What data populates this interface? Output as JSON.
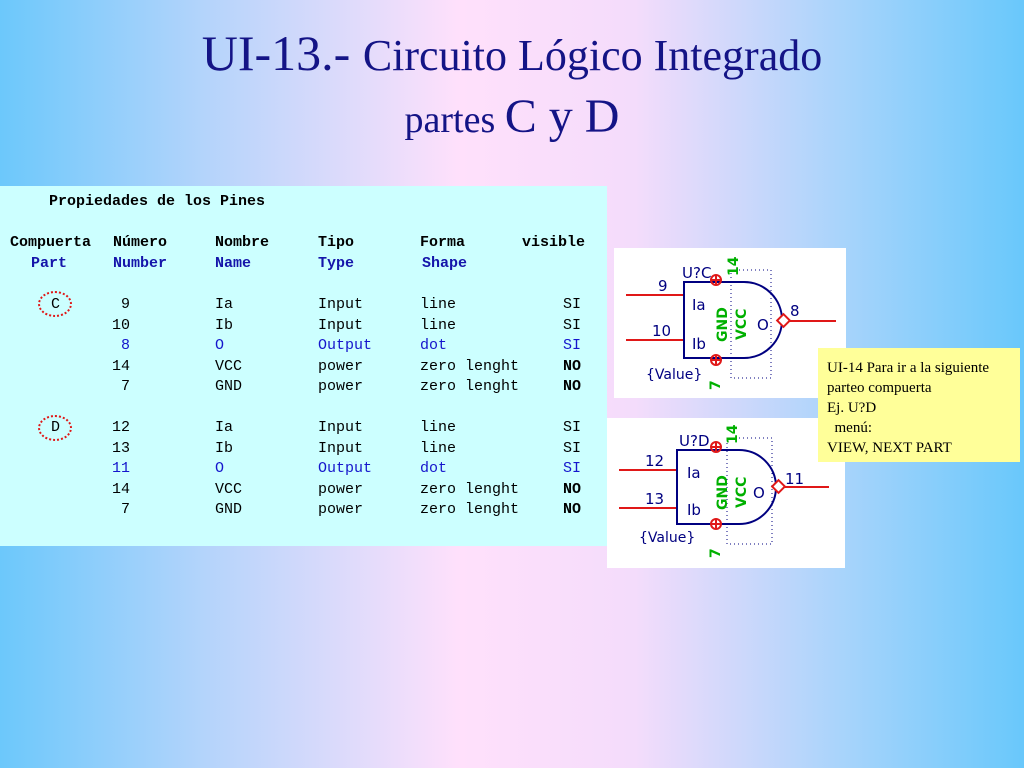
{
  "slide": {
    "title_prefix": "UI-13.- ",
    "title_main": "Circuito Lógico Integrado",
    "subtitle_prefix": "partes ",
    "subtitle_main": "C y D"
  },
  "pins_table": {
    "heading": "Propiedades de los Pines",
    "columns": [
      "Compuerta",
      "Número",
      "Nombre",
      "Tipo",
      "Forma",
      "visible"
    ],
    "columns_en": [
      "Part",
      "Number",
      "Name",
      "Type",
      "Shape"
    ],
    "groups": [
      {
        "part": "C",
        "rows": [
          {
            "number": "9",
            "name": "Ia",
            "type": "Input",
            "shape": "line",
            "visible": "SI"
          },
          {
            "number": "10",
            "name": "Ib",
            "type": "Input",
            "shape": "line",
            "visible": "SI"
          },
          {
            "number": "8",
            "name": "O",
            "type": "Output",
            "shape": "dot",
            "visible": "SI"
          },
          {
            "number": "14",
            "name": "VCC",
            "type": "power",
            "shape": "zero lenght",
            "visible": "NO"
          },
          {
            "number": "7",
            "name": "GND",
            "type": "power",
            "shape": "zero lenght",
            "visible": "NO"
          }
        ]
      },
      {
        "part": "D",
        "rows": [
          {
            "number": "12",
            "name": "Ia",
            "type": "Input",
            "shape": "line",
            "visible": "SI"
          },
          {
            "number": "13",
            "name": "Ib",
            "type": "Input",
            "shape": "line",
            "visible": "SI"
          },
          {
            "number": "11",
            "name": "O",
            "type": "Output",
            "shape": "dot",
            "visible": "SI"
          },
          {
            "number": "14",
            "name": "VCC",
            "type": "power",
            "shape": "zero lenght",
            "visible": "NO"
          },
          {
            "number": "7",
            "name": "GND",
            "type": "power",
            "shape": "zero lenght",
            "visible": "NO"
          }
        ]
      }
    ]
  },
  "symbols": [
    {
      "ref": "U?C",
      "pin_a": "9",
      "pin_b": "10",
      "pin_out": "8",
      "pin_vcc": "14",
      "pin_gnd": "7",
      "label_a": "Ia",
      "label_b": "Ib",
      "label_out": "O",
      "label_gnd": "GND",
      "label_vcc": "VCC",
      "value": "{Value}"
    },
    {
      "ref": "U?D",
      "pin_a": "12",
      "pin_b": "13",
      "pin_out": "11",
      "pin_vcc": "14",
      "pin_gnd": "7",
      "label_a": "Ia",
      "label_b": "Ib",
      "label_out": "O",
      "label_gnd": "GND",
      "label_vcc": "VCC",
      "value": "{Value}"
    }
  ],
  "note": {
    "line1": "UI-14 Para ir a la siguiente",
    "line2": "parteo compuerta",
    "line3": "Ej. U?D",
    "line4": "  menú:",
    "line5": "VIEW, NEXT PART"
  },
  "colors": {
    "title": "#141486",
    "panel_bg": "#ccffff",
    "note_bg": "#ffff99",
    "pin_line": "#e01818",
    "pin_text": "#000080",
    "power_label": "#00b000",
    "part_marker": "#e01818"
  }
}
